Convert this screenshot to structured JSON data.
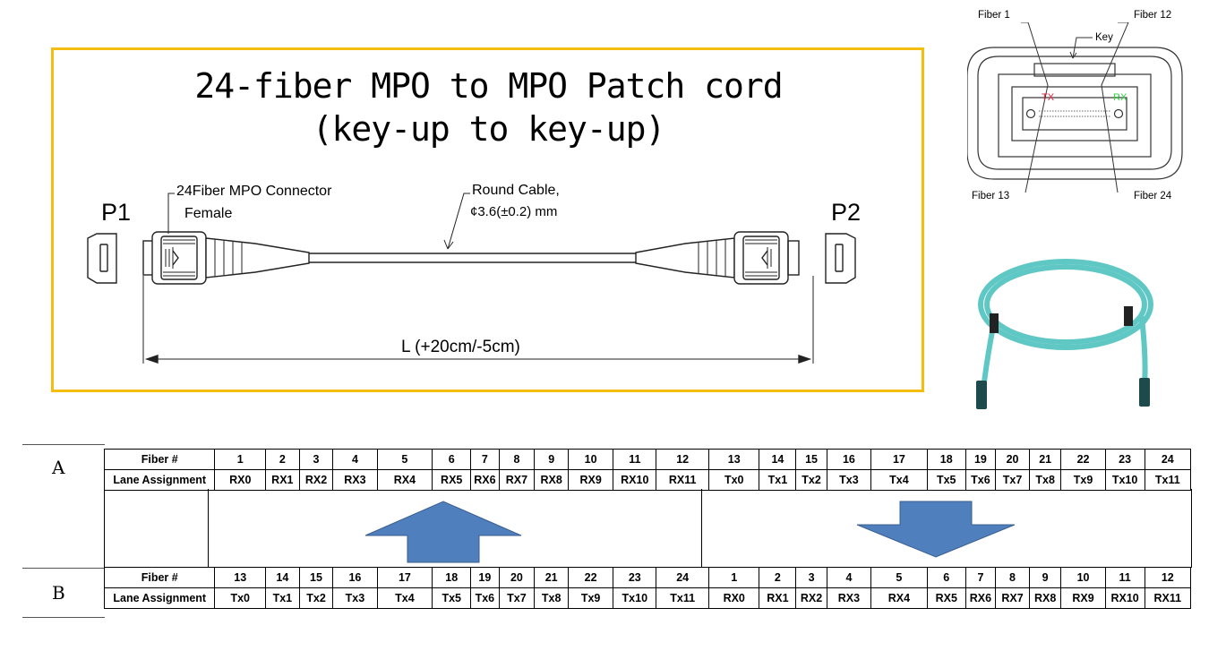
{
  "drawing": {
    "title_line1": "24-fiber MPO to MPO Patch cord",
    "title_line2": "(key-up to key-up)",
    "p1": "P1",
    "p2": "P2",
    "connector_label_line1": "24Fiber MPO Connector",
    "connector_label_line2": "Female",
    "cable_label_line1": "Round Cable,",
    "cable_label_line2": "¢3.6(±0.2) mm",
    "length_label": "L (+20cm/-5cm)",
    "frame_color": "#f5bd0f"
  },
  "connector_face": {
    "fiber1": "Fiber 1",
    "fiber12": "Fiber 12",
    "key": "Key",
    "tx": "TX",
    "rx": "RX",
    "fiber13": "Fiber 13",
    "fiber24": "Fiber 24",
    "tx_color": "#e8203a",
    "rx_color": "#2bd33f"
  },
  "photo": {
    "cable_color": "#5fc7c4",
    "connector_color": "#1d4a4a"
  },
  "table": {
    "side_a": "A",
    "side_b": "B",
    "row_label_fiber": "Fiber #",
    "row_label_lane": "Lane Assignment",
    "a_fibers": [
      "1",
      "2",
      "3",
      "4",
      "5",
      "6",
      "7",
      "8",
      "9",
      "10",
      "11",
      "12",
      "13",
      "14",
      "15",
      "16",
      "17",
      "18",
      "19",
      "20",
      "21",
      "22",
      "23",
      "24"
    ],
    "a_lanes": [
      "RX0",
      "RX1",
      "RX2",
      "RX3",
      "RX4",
      "RX5",
      "RX6",
      "RX7",
      "RX8",
      "RX9",
      "RX10",
      "RX11",
      "Tx0",
      "Tx1",
      "Tx2",
      "Tx3",
      "Tx4",
      "Tx5",
      "Tx6",
      "Tx7",
      "Tx8",
      "Tx9",
      "Tx10",
      "Tx11"
    ],
    "b_fibers": [
      "13",
      "14",
      "15",
      "16",
      "17",
      "18",
      "19",
      "20",
      "21",
      "22",
      "23",
      "24",
      "1",
      "2",
      "3",
      "4",
      "5",
      "6",
      "7",
      "8",
      "9",
      "10",
      "11",
      "12"
    ],
    "b_lanes": [
      "Tx0",
      "Tx1",
      "Tx2",
      "Tx3",
      "Tx4",
      "Tx5",
      "Tx6",
      "Tx7",
      "Tx8",
      "Tx9",
      "Tx10",
      "Tx11",
      "RX0",
      "RX1",
      "RX2",
      "RX3",
      "RX4",
      "RX5",
      "RX6",
      "RX7",
      "RX8",
      "RX9",
      "RX10",
      "RX11"
    ],
    "arrow_color": "#4f7fbd"
  }
}
